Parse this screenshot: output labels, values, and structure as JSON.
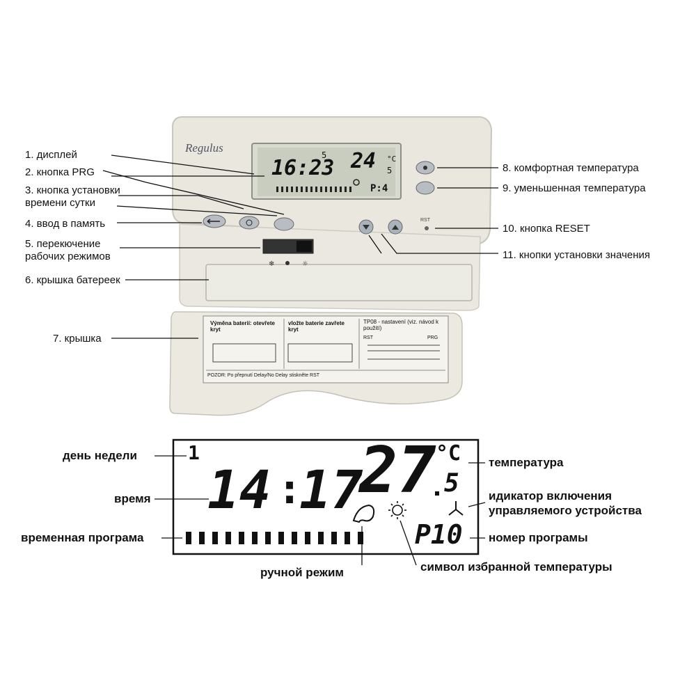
{
  "device": {
    "brand": "Regulus",
    "lcd": {
      "day": "5",
      "time": "16:23",
      "temp_main": "24",
      "temp_decimal": "5",
      "unit": "°C",
      "program": "P:4"
    },
    "rst_label": "RST"
  },
  "callouts_top_left": [
    "1. дисплей",
    "2. кнопка PRG",
    "3. кнопка установки времени сутки",
    "4. ввод в память",
    "5. перекючение рабочих режимов",
    "6. крышка батереек",
    "7. крышка"
  ],
  "callouts_top_right": [
    "8. комфортная температура",
    "9. уменьшенная температура",
    "10. кнопка RESET",
    "11. кнопки установки значения"
  ],
  "lid_sticker": {
    "left_title": "Výměna baterií: otevřete kryt",
    "mid_title": "vložte baterie zavřete kryt",
    "right_title": "TP08 - nastavení (viz. návod k použití)",
    "rst": "RST",
    "prg": "PRG",
    "footer": "POZOR: Po přepnutí Delay/No Delay stiskněte RST"
  },
  "big_lcd": {
    "day": "1",
    "time_hours": "14",
    "time_minutes": "17",
    "temp_main": "27",
    "temp_decimal": "5",
    "unit": "°C",
    "program": "P10",
    "labels": {
      "day_of_week": "день недели",
      "time": "время",
      "time_program": "временная програма",
      "temperature": "температура",
      "indicator": "идикатор включения управляемого устройства",
      "program_number": "номер програмы",
      "manual_mode": "ручной режим",
      "favorite_temp": "символ избранной температуры"
    }
  }
}
